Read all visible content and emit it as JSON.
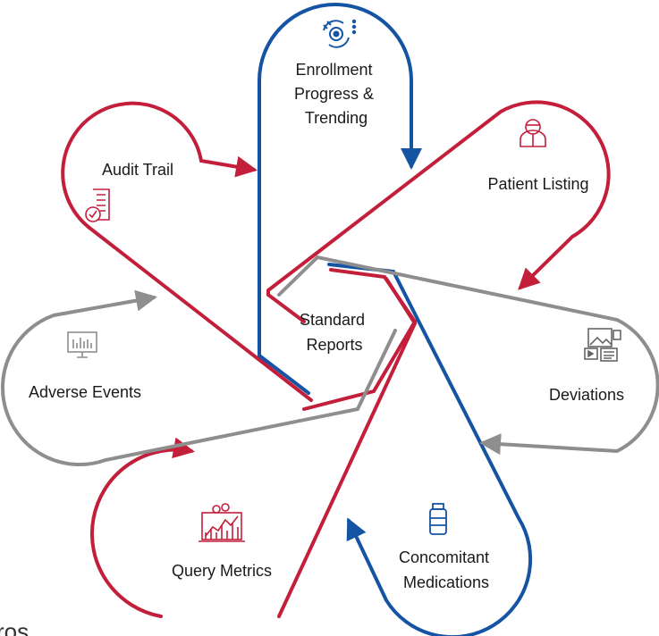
{
  "colors": {
    "red": "#c31f3b",
    "blue": "#1553a3",
    "gray": "#8e8e8e",
    "text": "#1a1a1a"
  },
  "center": {
    "line1": "Standard",
    "line2": "Reports"
  },
  "nodes": {
    "enrollment": {
      "line1": "Enrollment",
      "line2": "Progress &",
      "line3": "Trending",
      "icon": "sync-target-icon"
    },
    "audit": {
      "label": "Audit Trail",
      "icon": "certificate-document-icon"
    },
    "patient": {
      "label": "Patient Listing",
      "icon": "person-icon"
    },
    "adverse": {
      "label": "Adverse Events",
      "icon": "monitor-chart-icon"
    },
    "deviations": {
      "label": "Deviations",
      "icon": "media-gallery-icon"
    },
    "query": {
      "label": "Query Metrics",
      "icon": "analytics-chart-icon"
    },
    "conmed": {
      "line1": "Concomitant",
      "line2": "Medications",
      "icon": "medicine-bottle-icon"
    }
  },
  "footer_fragment": "ros"
}
